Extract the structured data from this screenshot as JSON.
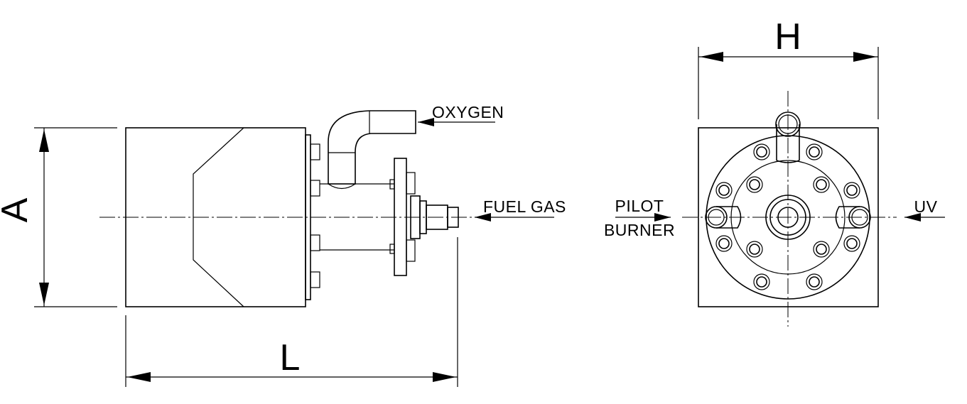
{
  "labels": {
    "oxygen": "OXYGEN",
    "fuel_gas": "FUEL GAS",
    "pilot": "PILOT",
    "burner": "BURNER",
    "uv": "UV"
  },
  "dimensions": {
    "height": "A",
    "length": "L",
    "width": "H"
  }
}
